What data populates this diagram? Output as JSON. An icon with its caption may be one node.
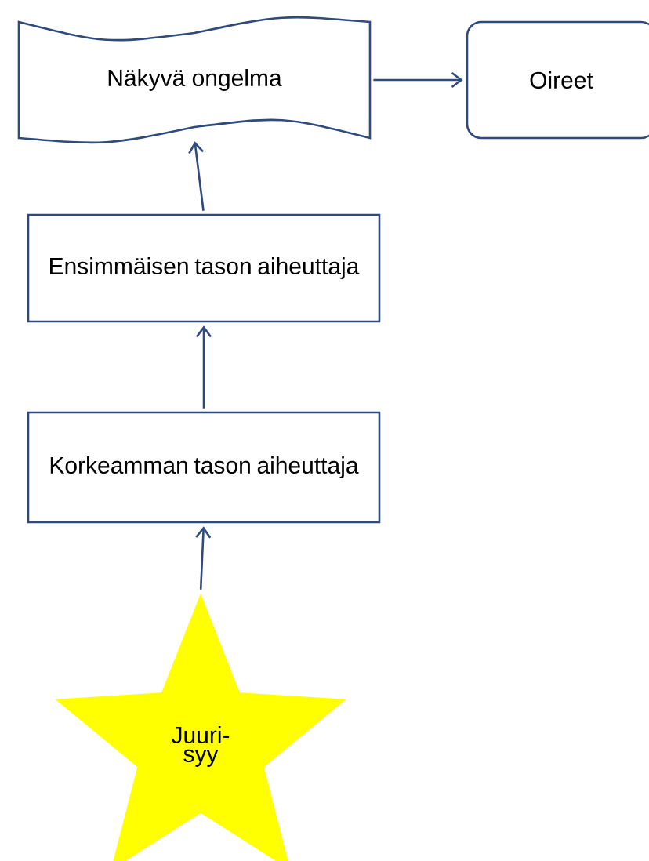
{
  "diagram": {
    "nodes": [
      {
        "text": [
          "Näkyvä ongelma"
        ]
      },
      {
        "text": [
          "Oireet"
        ]
      },
      {
        "text": [
          "Ensimmäisen tason aiheuttaja"
        ]
      },
      {
        "text": [
          "Korkeamman tason aiheuttaja"
        ]
      },
      {
        "text": [
          "Juuri- syy"
        ]
      }
    ],
    "edges": [
      {
        "from": 0,
        "to": 1,
        "arrow": "to"
      },
      {
        "from": 2,
        "to": 0,
        "arrow": "to"
      },
      {
        "from": 3,
        "to": 2,
        "arrow": "to"
      },
      {
        "from": 4,
        "to": 3,
        "arrow": "to"
      }
    ]
  }
}
